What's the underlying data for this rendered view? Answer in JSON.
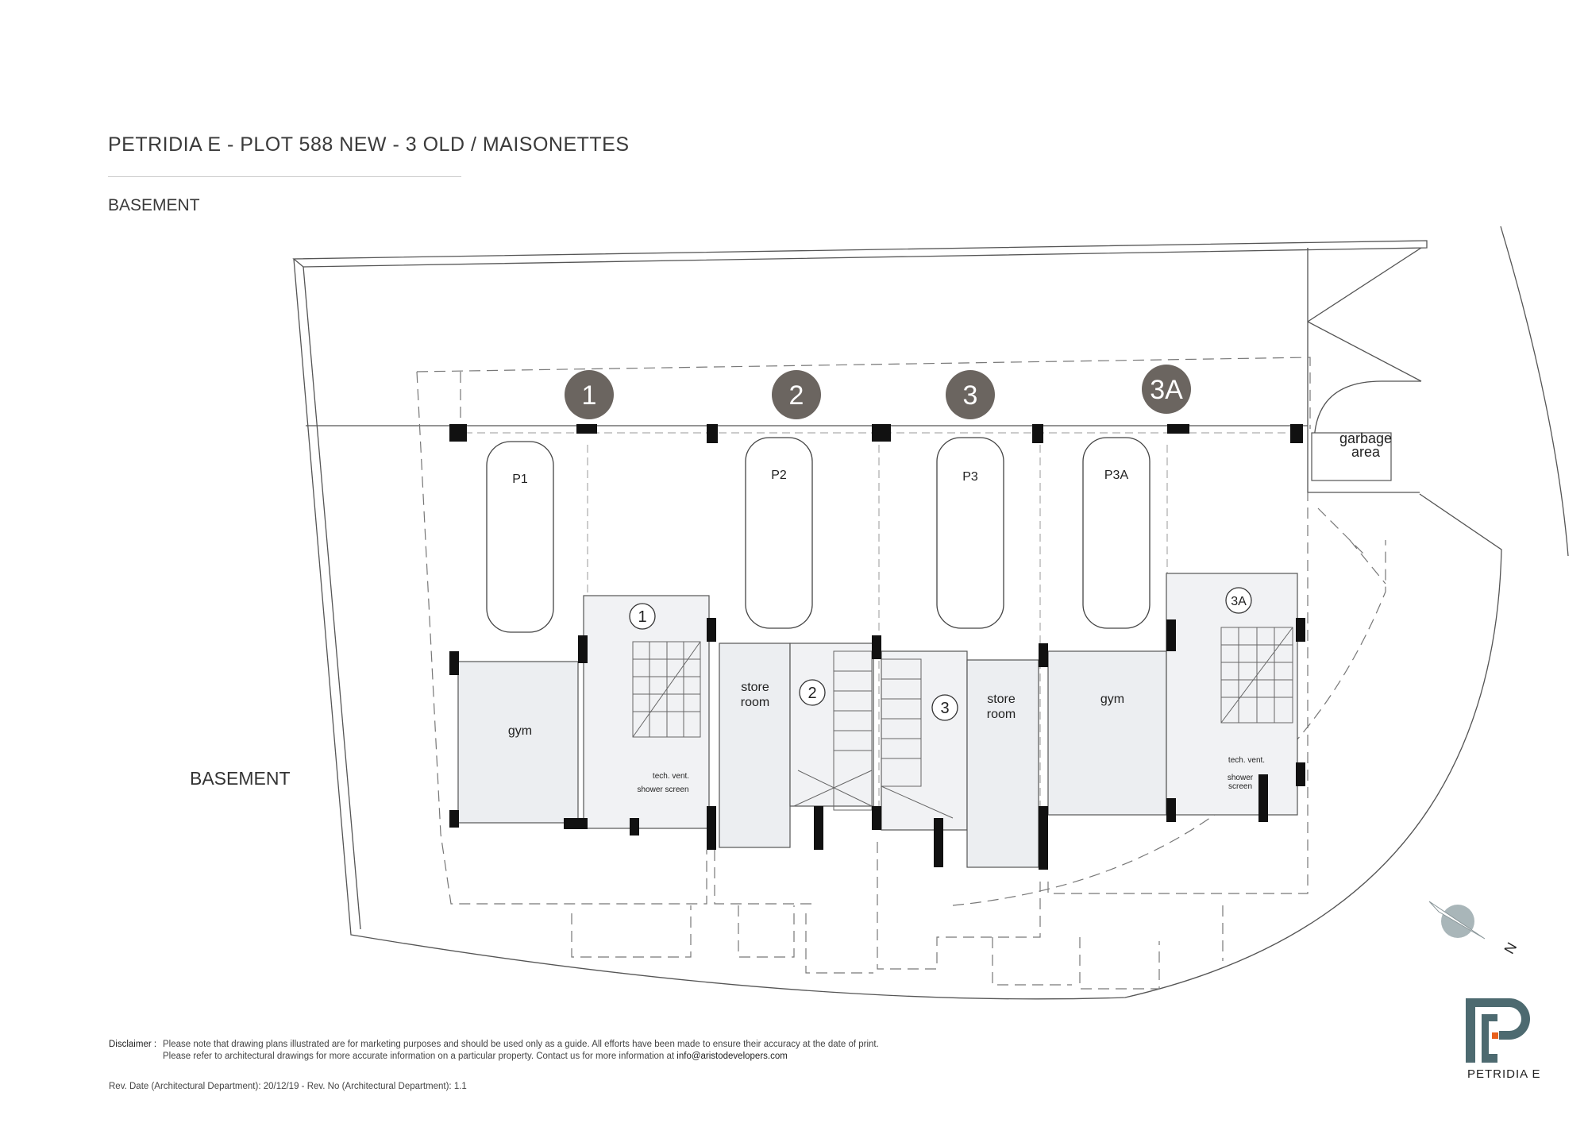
{
  "header": {
    "title": "PETRIDIA E - PLOT 588 NEW - 3 OLD / MAISONETTES",
    "subtitle": "BASEMENT"
  },
  "plan": {
    "level_label": "BASEMENT",
    "unit_markers": [
      "1",
      "2",
      "3",
      "3A"
    ],
    "parking_labels": [
      "P1",
      "P2",
      "P3",
      "P3A"
    ],
    "unit_entry_markers": [
      "1",
      "2",
      "3",
      "3A"
    ],
    "rooms": {
      "gym_1": "gym",
      "store_2": [
        "store",
        "room"
      ],
      "store_3": [
        "store",
        "room"
      ],
      "gym_3a": "gym",
      "garbage": [
        "garbage",
        "area"
      ],
      "tech_vent_1": "tech. vent.",
      "shower_1": "shower screen",
      "tech_vent_3a": "tech. vent.",
      "shower_3a": [
        "shower",
        "screen"
      ]
    },
    "north_label": "N"
  },
  "footer": {
    "disclaimer_label": "Disclaimer :",
    "disclaimer_line1": "Please note that drawing plans illustrated are for marketing purposes and should be used only as a guide. All efforts have been made to ensure their accuracy at the date of print.",
    "disclaimer_line2": "Please refer to architectural drawings for more accurate information on a particular property. Contact us for more information at",
    "email": "info@aristodevelopers.com",
    "revision": "Rev. Date (Architectural Department): 20/12/19 - Rev. No (Architectural Department): 1.1"
  },
  "logo": {
    "text": "PETRIDIA E"
  },
  "colors": {
    "marker": "#6b6560",
    "logo": "#4d6a70",
    "accent": "#e8601c",
    "room_fill": "#eceef1",
    "compass": "#a9b6b9"
  }
}
